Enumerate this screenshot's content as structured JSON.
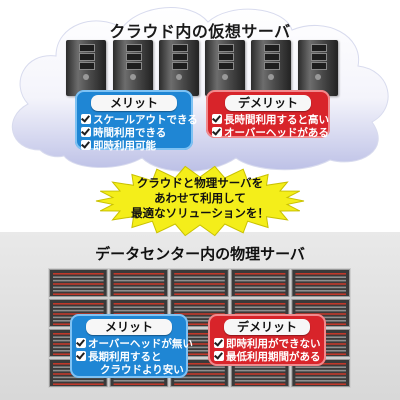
{
  "cloud": {
    "title": "クラウド内の仮想サーバ",
    "merit": {
      "header": "メリット",
      "items": [
        "スケールアウトできる",
        "時間利用できる",
        "即時利用可能"
      ]
    },
    "demerit": {
      "header": "デメリット",
      "items": [
        "長時間利用すると高い",
        "オーバーヘッドがある"
      ]
    }
  },
  "callout": {
    "lines": [
      "クラウドと物理サーバを",
      "あわせて利用して",
      "最適なソリューションを！"
    ]
  },
  "datacenter": {
    "title": "データセンター内の物理サーバ",
    "merit": {
      "header": "メリット",
      "items": [
        "オーバーヘッドが無い",
        "長期利用すると",
        "クラウドより安い"
      ]
    },
    "demerit": {
      "header": "デメリット",
      "items": [
        "即時利用ができない",
        "最低利用期間がある"
      ]
    }
  },
  "colors": {
    "merit": "#1f86d4",
    "demerit": "#d8242a",
    "burst": "#f4ee1a"
  }
}
